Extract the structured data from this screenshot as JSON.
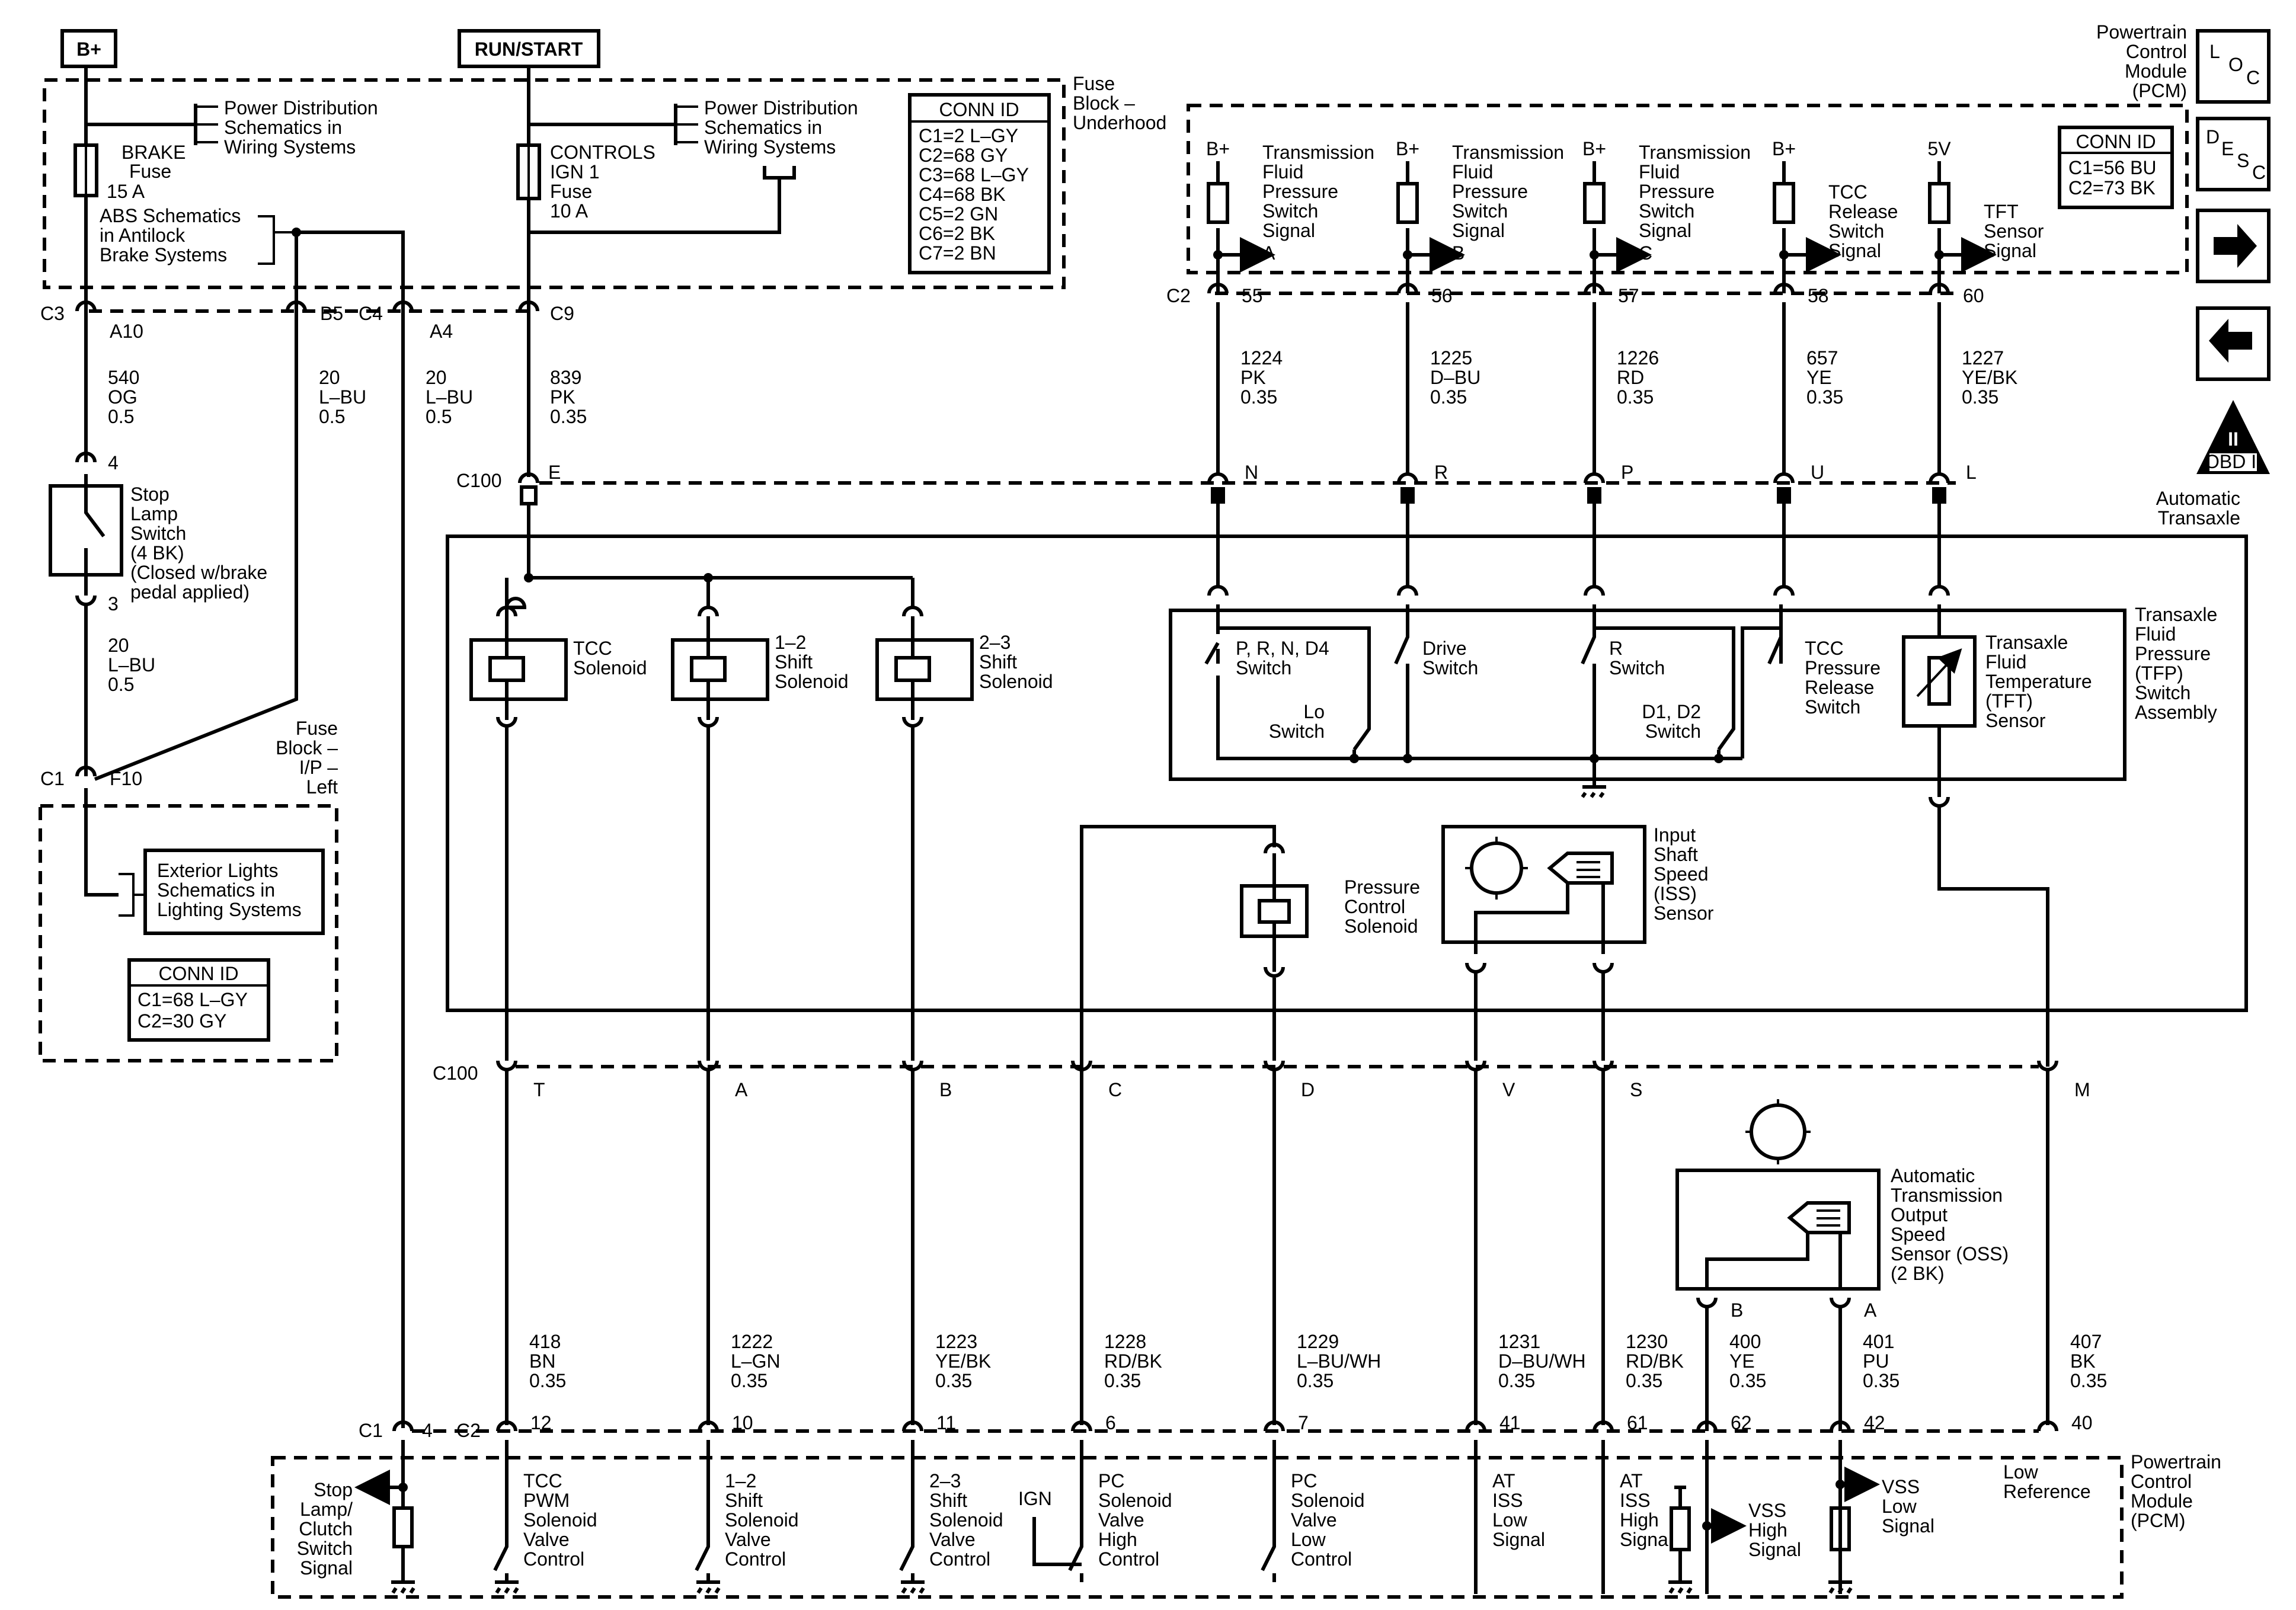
{
  "sources": {
    "bplus": "B+",
    "runstart": "RUN/START"
  },
  "fuse_block_underhood": {
    "label": [
      "Fuse",
      "Block –",
      "Underhood"
    ],
    "brake_fuse": [
      "BRAKE",
      "Fuse",
      "15 A"
    ],
    "controls_fuse": [
      "CONTROLS",
      "IGN 1",
      "Fuse",
      "10 A"
    ],
    "power_dist_ref": [
      "Power Distribution",
      "Schematics in",
      "Wiring Systems"
    ],
    "abs_ref": [
      "ABS Schematics",
      "in Antilock",
      "Brake Systems"
    ],
    "conn_id": {
      "title": "CONN ID",
      "lines": [
        "C1=2 L–GY",
        "C2=68 GY",
        "C3=68 L–GY",
        "C4=68 BK",
        "C5=2 GN",
        "C6=2 BK",
        "C7=2 BN"
      ]
    }
  },
  "fuse_block_ip": {
    "label": [
      "Fuse",
      "Block –",
      "I/P –",
      "Left"
    ],
    "exterior_ref": [
      "Exterior Lights",
      "Schematics in",
      "Lighting Systems"
    ],
    "conn_id": {
      "title": "CONN ID",
      "lines": [
        "C1=68 L–GY",
        "C2=30 GY"
      ]
    }
  },
  "pcm_header": {
    "label": [
      "Powertrain",
      "Control",
      "Module",
      "(PCM)"
    ],
    "loc_letters": [
      "L",
      "O",
      "C"
    ],
    "desc_letters": [
      "D",
      "E",
      "S",
      "C"
    ],
    "conn_id": {
      "title": "CONN ID",
      "lines": [
        "C1=56 BU",
        "C2=73 BK"
      ]
    },
    "obd_label": "OBD II",
    "obd_numeral": "II"
  },
  "left_circuits": {
    "c3": "C3",
    "a10": "A10",
    "b5": "B5",
    "c4": "C4",
    "a4": "A4",
    "c9": "C9",
    "wire_540": [
      "540",
      "OG",
      "0.5"
    ],
    "wire_20a": [
      "20",
      "L–BU",
      "0.5"
    ],
    "wire_20b": [
      "20",
      "L–BU",
      "0.5"
    ],
    "wire_839": [
      "839",
      "PK",
      "0.35"
    ],
    "wire_20c": [
      "20",
      "L–BU",
      "0.5"
    ],
    "pin_4": "4",
    "pin_3": "3",
    "stop_lamp_switch": [
      "Stop",
      "Lamp",
      "Switch",
      "(4 BK)",
      "(Closed w/brake",
      "pedal applied)"
    ],
    "c1": "C1",
    "f10": "F10"
  },
  "pressure_switch_feeds": [
    {
      "supply": "B+",
      "label": [
        "Transmission",
        "Fluid",
        "Pressure",
        "Switch",
        "Signal",
        "A"
      ],
      "pin": "55",
      "wire": [
        "1224",
        "PK",
        "0.35"
      ],
      "c100": "N"
    },
    {
      "supply": "B+",
      "label": [
        "Transmission",
        "Fluid",
        "Pressure",
        "Switch",
        "Signal",
        "B"
      ],
      "pin": "56",
      "wire": [
        "1225",
        "D–BU",
        "0.35"
      ],
      "c100": "R"
    },
    {
      "supply": "B+",
      "label": [
        "Transmission",
        "Fluid",
        "Pressure",
        "Switch",
        "Signal",
        "C"
      ],
      "pin": "57",
      "wire": [
        "1226",
        "RD",
        "0.35"
      ],
      "c100": "P"
    },
    {
      "supply": "B+",
      "label": [
        "TCC",
        "Release",
        "Switch",
        "Signal"
      ],
      "pin": "58",
      "wire": [
        "657",
        "YE",
        "0.35"
      ],
      "c100": "U"
    },
    {
      "supply": "5V",
      "label": [
        "TFT",
        "Sensor",
        "Signal"
      ],
      "pin": "60",
      "wire": [
        "1227",
        "YE/BK",
        "0.35"
      ],
      "c100": "L"
    }
  ],
  "c2_top": "C2",
  "c100_top": {
    "label": "C100",
    "pin": "E"
  },
  "transaxle": {
    "label": [
      "Automatic",
      "Transaxle"
    ],
    "tcc_solenoid": [
      "TCC",
      "Solenoid"
    ],
    "shift_12": [
      "1–2",
      "Shift",
      "Solenoid"
    ],
    "shift_23": [
      "2–3",
      "Shift",
      "Solenoid"
    ],
    "tfp_assembly": [
      "Transaxle",
      "Fluid",
      "Pressure",
      "(TFP)",
      "Switch",
      "Assembly"
    ],
    "prnd4": [
      "P, R, N, D4",
      "Switch"
    ],
    "drive": [
      "Drive",
      "Switch"
    ],
    "r_switch": [
      "R",
      "Switch"
    ],
    "tcc_pressure_release": [
      "TCC",
      "Pressure",
      "Release",
      "Switch"
    ],
    "lo": [
      "Lo",
      "Switch"
    ],
    "d1d2": [
      "D1, D2",
      "Switch"
    ],
    "tft_sensor": [
      "Transaxle",
      "Fluid",
      "Temperature",
      "(TFT)",
      "Sensor"
    ],
    "pressure_control": [
      "Pressure",
      "Control",
      "Solenoid"
    ],
    "iss": [
      "Input",
      "Shaft",
      "Speed",
      "(ISS)",
      "Sensor"
    ]
  },
  "c100_bottom": {
    "label": "C100",
    "pins": [
      "T",
      "A",
      "B",
      "C",
      "D",
      "V",
      "S",
      "M"
    ]
  },
  "oss": {
    "label": [
      "Automatic",
      "Transmission",
      "Output",
      "Speed",
      "Sensor (OSS)",
      "(2 BK)"
    ],
    "pin_b": "B",
    "pin_a": "A"
  },
  "bottom_wires": [
    {
      "wire": [
        "418",
        "BN",
        "0.35"
      ],
      "pin": "12"
    },
    {
      "wire": [
        "1222",
        "L–GN",
        "0.35"
      ],
      "pin": "10"
    },
    {
      "wire": [
        "1223",
        "YE/BK",
        "0.35"
      ],
      "pin": "11"
    },
    {
      "wire": [
        "1228",
        "RD/BK",
        "0.35"
      ],
      "pin": "6"
    },
    {
      "wire": [
        "1229",
        "L–BU/WH",
        "0.35"
      ],
      "pin": "7"
    },
    {
      "wire": [
        "1231",
        "D–BU/WH",
        "0.35"
      ],
      "pin": "41"
    },
    {
      "wire": [
        "1230",
        "RD/BK",
        "0.35"
      ],
      "pin": "61"
    },
    {
      "wire": [
        "400",
        "YE",
        "0.35"
      ],
      "pin": "62"
    },
    {
      "wire": [
        "401",
        "PU",
        "0.35"
      ],
      "pin": "42"
    },
    {
      "wire": [
        "407",
        "BK",
        "0.35"
      ],
      "pin": "40"
    }
  ],
  "pcm_bottom": {
    "c1": "C1",
    "c1_pin": "4",
    "c2": "C2",
    "label": [
      "Powertrain",
      "Control",
      "Module",
      "(PCM)"
    ],
    "stop_lamp_signal": [
      "Stop",
      "Lamp/",
      "Clutch",
      "Switch",
      "Signal"
    ],
    "tcc_pwm": [
      "TCC",
      "PWM",
      "Solenoid",
      "Valve",
      "Control"
    ],
    "shift12": [
      "1–2",
      "Shift",
      "Solenoid",
      "Valve",
      "Control"
    ],
    "shift23": [
      "2–3",
      "Shift",
      "Solenoid",
      "Valve",
      "Control"
    ],
    "ign": "IGN",
    "pc_high": [
      "PC",
      "Solenoid",
      "Valve",
      "High",
      "Control"
    ],
    "pc_low": [
      "PC",
      "Solenoid",
      "Valve",
      "Low",
      "Control"
    ],
    "iss_low": [
      "AT",
      "ISS",
      "Low",
      "Signal"
    ],
    "iss_high": [
      "AT",
      "ISS",
      "High",
      "Signal"
    ],
    "vss_high": [
      "VSS",
      "High",
      "Signal"
    ],
    "vss_low": [
      "VSS",
      "Low",
      "Signal"
    ],
    "low_ref": [
      "Low",
      "Reference"
    ]
  }
}
